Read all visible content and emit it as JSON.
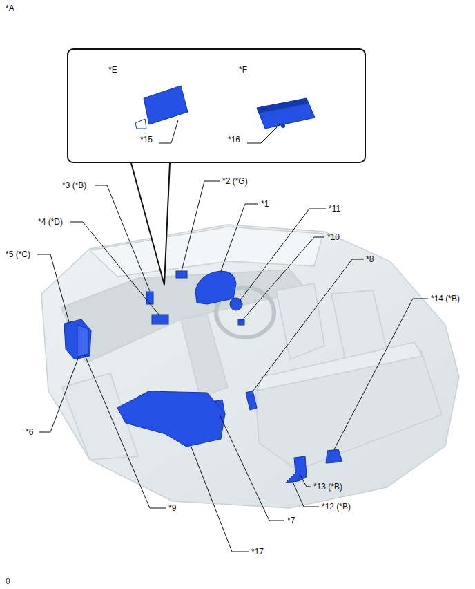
{
  "diagram": {
    "nodes": [
      {
        "text": [
          "*E",
          "*15",
          "*F",
          "*16"
        ]
      }
    ],
    "labels": [
      "*A",
      "*2 (*G)",
      "*3 (*B)",
      "*1",
      "*11",
      "*4 (*D)",
      "*10",
      "*5 (*C)",
      "*8",
      "*14 (*B)",
      "*6",
      "*13 (*B)",
      "*12 (*B)",
      "*9",
      "*7",
      "*17",
      "0"
    ]
  }
}
